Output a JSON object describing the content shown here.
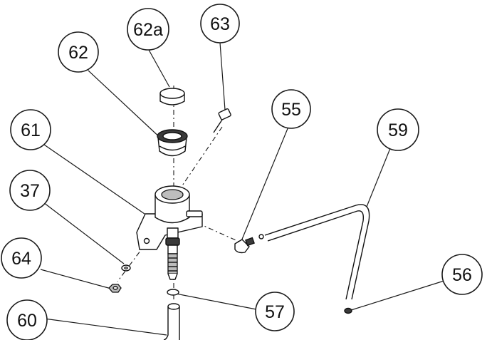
{
  "callouts": {
    "c62a": "62a",
    "c63": "63",
    "c62": "62",
    "c55": "55",
    "c59": "59",
    "c61": "61",
    "c37": "37",
    "c64": "64",
    "c56": "56",
    "c57": "57",
    "c60": "60"
  },
  "parts": {
    "p62a": "cap",
    "p62": "reservoir-cap-body",
    "p63": "screw",
    "p61": "reservoir-bracket",
    "p37": "washer",
    "p64": "nut",
    "p55": "elbow-fitting",
    "p59": "hose",
    "p56": "hose-end",
    "p57": "o-ring",
    "p60": "lower-hose"
  }
}
